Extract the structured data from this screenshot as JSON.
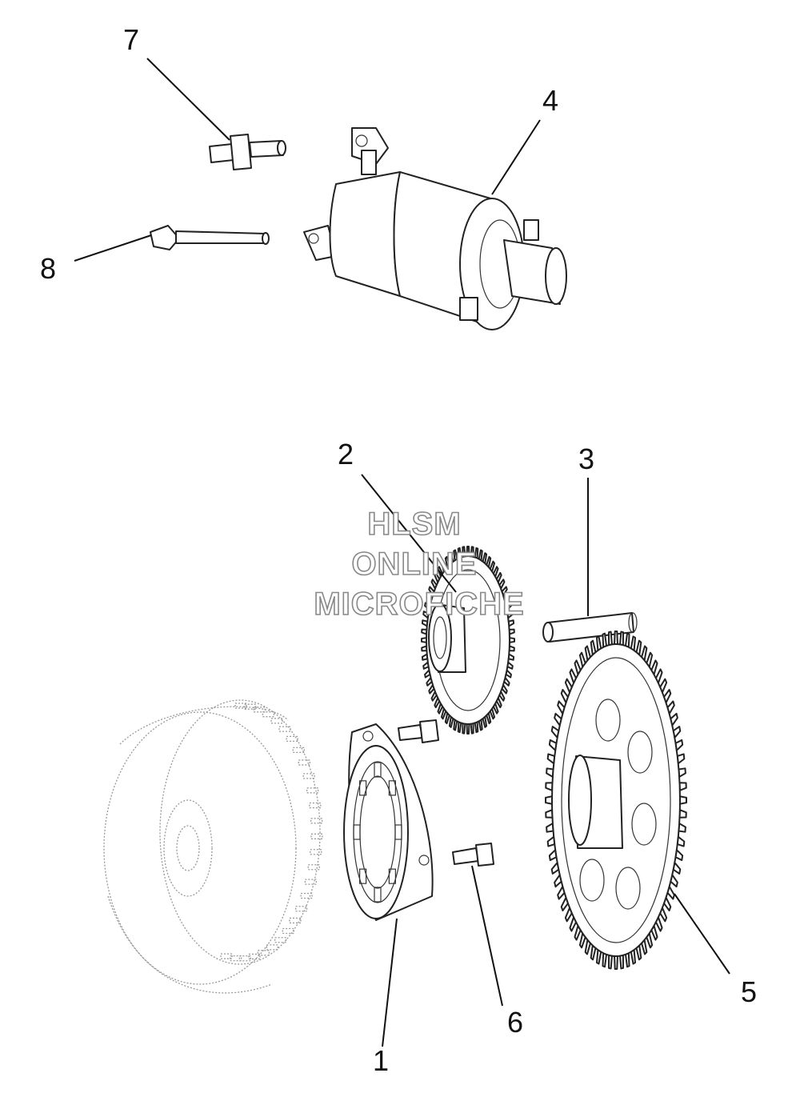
{
  "callouts": [
    {
      "id": "c1",
      "label": "1"
    },
    {
      "id": "c2",
      "label": "2"
    },
    {
      "id": "c3",
      "label": "3"
    },
    {
      "id": "c4",
      "label": "4"
    },
    {
      "id": "c5",
      "label": "5"
    },
    {
      "id": "c6",
      "label": "6"
    },
    {
      "id": "c7",
      "label": "7"
    },
    {
      "id": "c8",
      "label": "8"
    }
  ],
  "watermark": {
    "line1": "HLSM",
    "line2": "ONLINE",
    "line3": "MICROFICHE"
  }
}
